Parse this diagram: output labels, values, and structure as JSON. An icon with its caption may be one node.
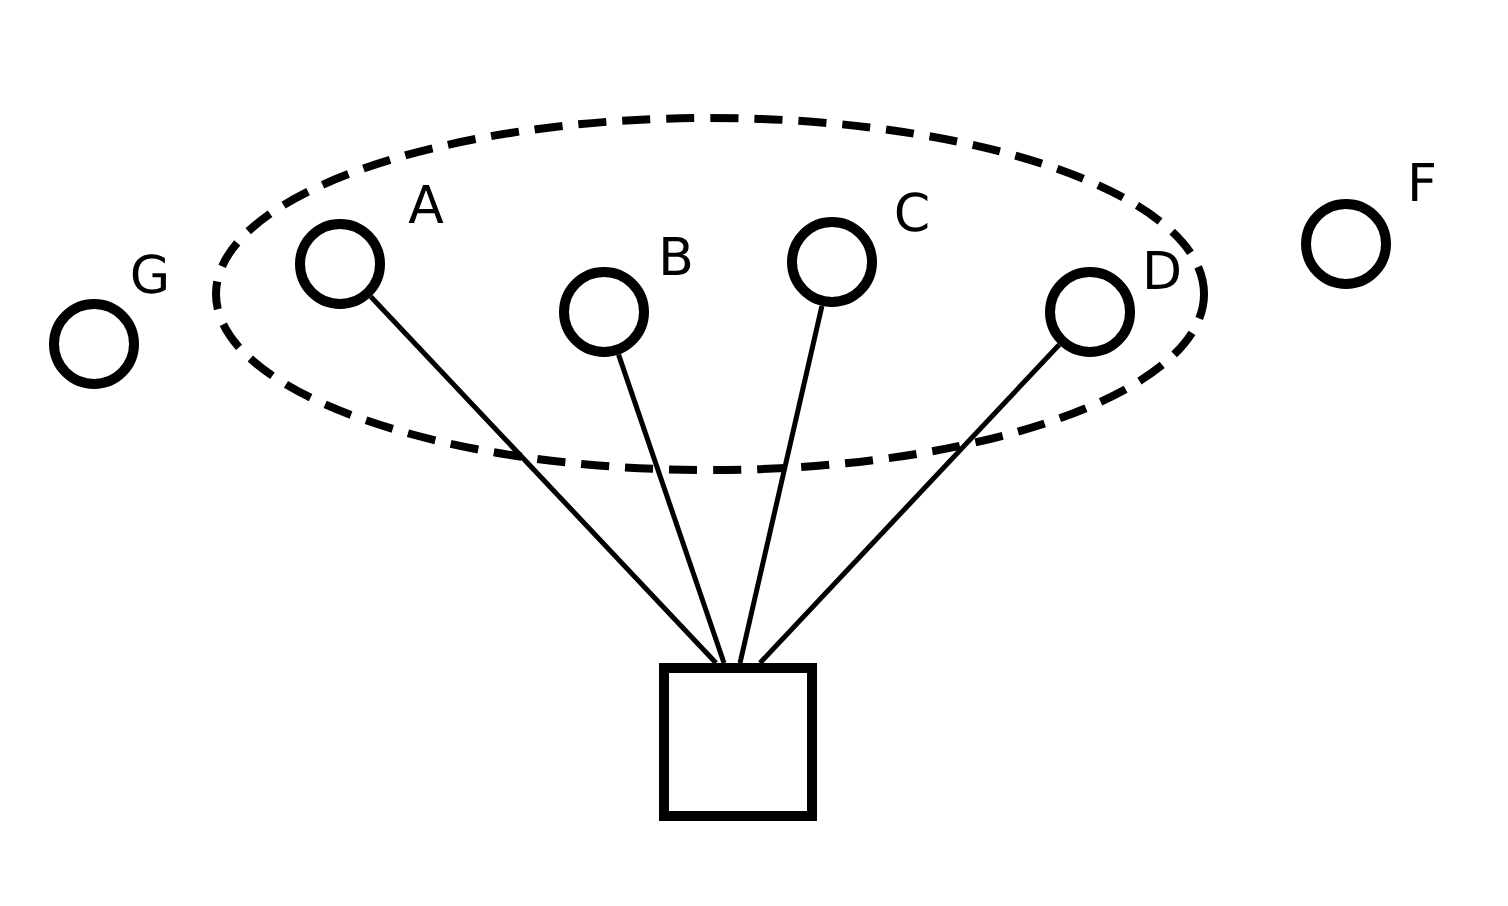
{
  "diagram": {
    "nodes": [
      {
        "text": [],
        "shape": "ellipse"
      },
      {
        "text": [
          "A"
        ],
        "in": 0
      },
      {
        "text": [
          "B"
        ],
        "in": 0
      },
      {
        "text": [
          "C"
        ],
        "in": 0
      },
      {
        "text": [
          "D"
        ],
        "in": 0
      },
      {
        "text": [
          "F"
        ]
      },
      {
        "text": [
          "G"
        ]
      },
      {
        "text": [],
        "shape": "box"
      }
    ],
    "edges": [
      {
        "from": 7,
        "to": 1,
        "arrow": "none"
      },
      {
        "from": 7,
        "to": 2,
        "arrow": "none"
      },
      {
        "from": 7,
        "to": 3,
        "arrow": "none"
      },
      {
        "from": 7,
        "to": 4,
        "arrow": "none"
      }
    ]
  }
}
